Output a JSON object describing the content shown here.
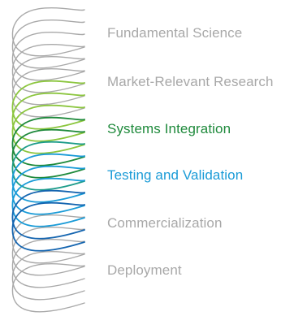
{
  "stages": [
    {
      "label": "Fundamental Science",
      "color": "#a8a8a8"
    },
    {
      "label": "Market-Relevant Research",
      "color": "#a8a8a8"
    },
    {
      "label": "Systems Integration",
      "color": "#1f8a3c"
    },
    {
      "label": "Testing and Validation",
      "color": "#1a9bd7"
    },
    {
      "label": "Commercialization",
      "color": "#a8a8a8"
    },
    {
      "label": "Deployment",
      "color": "#a8a8a8"
    }
  ],
  "curve_colors": {
    "gray": "#a9a9a9",
    "light_green": "#8cc63f",
    "dark_green": "#1f8a3c",
    "teal": "#1d9c8a",
    "light_blue": "#1a9bd7",
    "dark_blue": "#1565b0"
  },
  "icons": [
    "stacked-wave-curves"
  ]
}
